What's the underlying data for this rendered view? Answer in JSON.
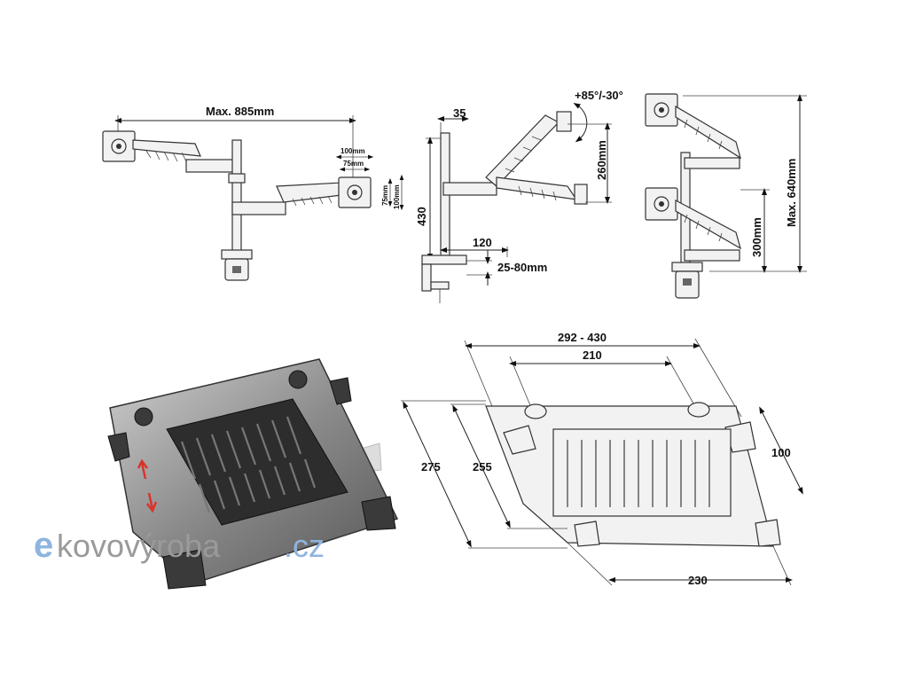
{
  "dimensions": {
    "max_885": "Max. 885mm",
    "vesa_100": "100mm",
    "vesa_75": "75mm",
    "vesa_75_v": "75mm",
    "vesa_100_v": "100mm",
    "d35": "35",
    "tilt": "+85°/-30°",
    "h260": "260mm",
    "h430": "430",
    "d120": "120",
    "clamp": "25-80mm",
    "max_640": "Max. 640mm",
    "h300": "300mm",
    "w292_430": "292 - 430",
    "w210": "210",
    "d275": "275",
    "d255": "255",
    "d100": "100",
    "w230": "230"
  },
  "logo": {
    "prefix": "e",
    "main": "kovovýroba",
    "suffix": ".cz"
  },
  "colors": {
    "logo_blue": "#8eb4e0",
    "logo_grey": "#9a9a9a",
    "tray_dark": "#3a3a3a",
    "arrow_red": "#d9332b"
  }
}
